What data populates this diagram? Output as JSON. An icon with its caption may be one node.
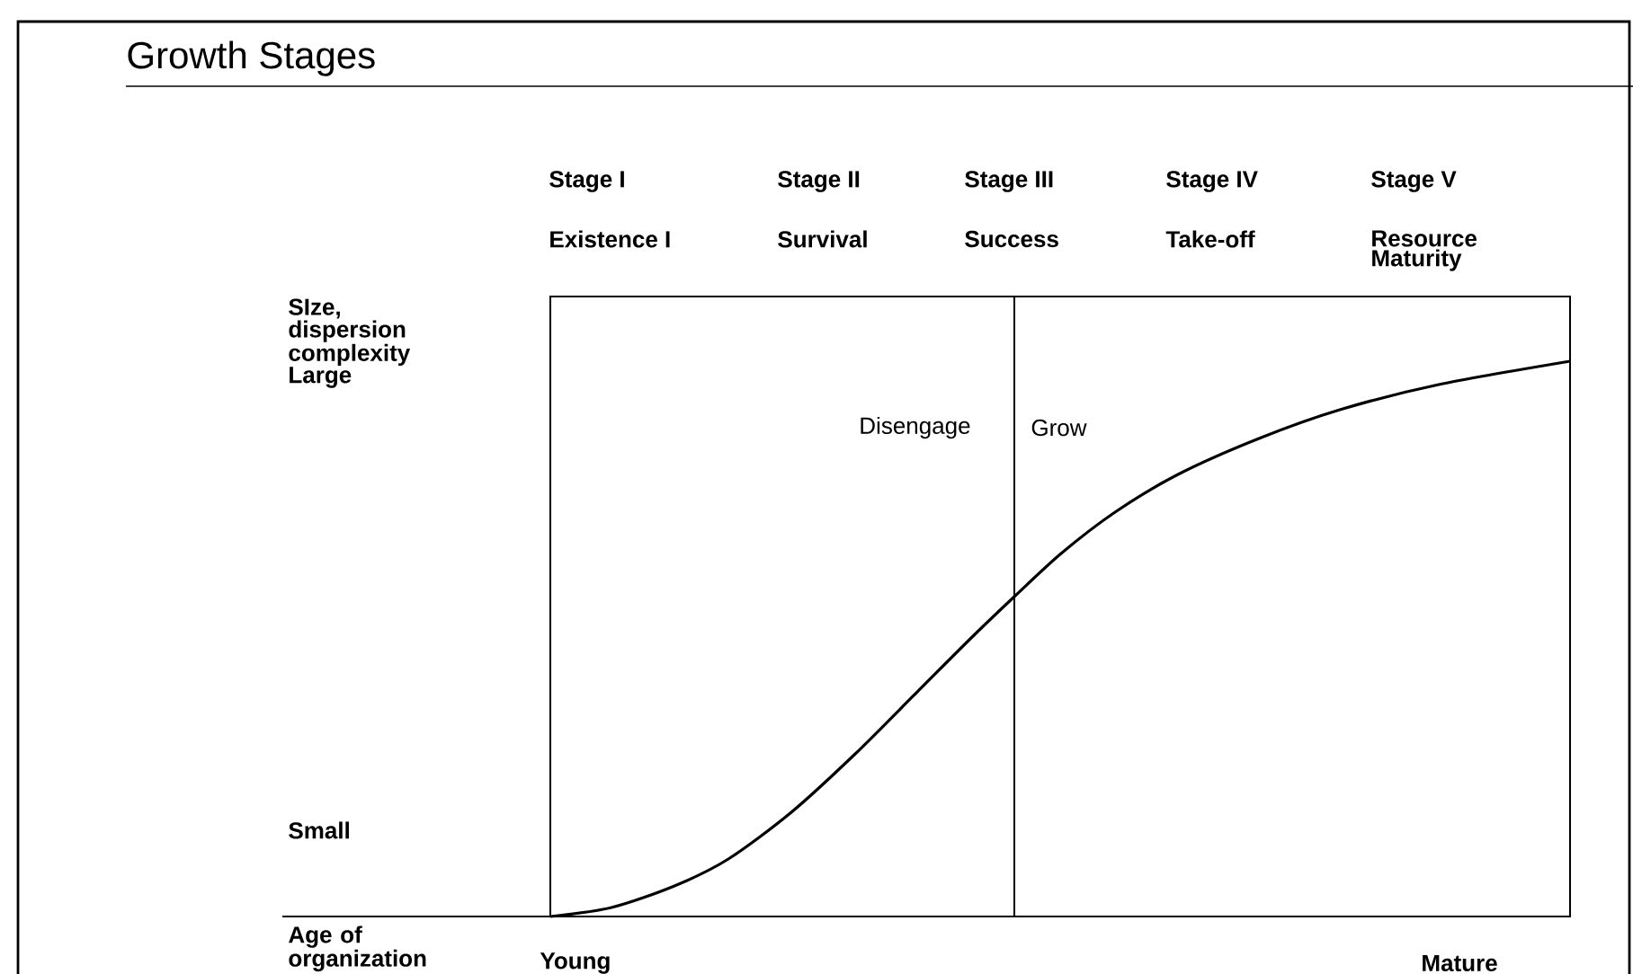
{
  "diagram": {
    "title": "Growth Stages",
    "labels": [
      "Stage I",
      "Stage II",
      "Stage III",
      "Stage IV",
      "Stage V",
      "Existence I",
      "Survival",
      "Success",
      "Take-off",
      "Resource Maturity",
      "SIze, dispersion complexity",
      "Large",
      "Disengage",
      "Grow",
      "Small",
      "Age of organization",
      "Young",
      "Mature"
    ]
  }
}
